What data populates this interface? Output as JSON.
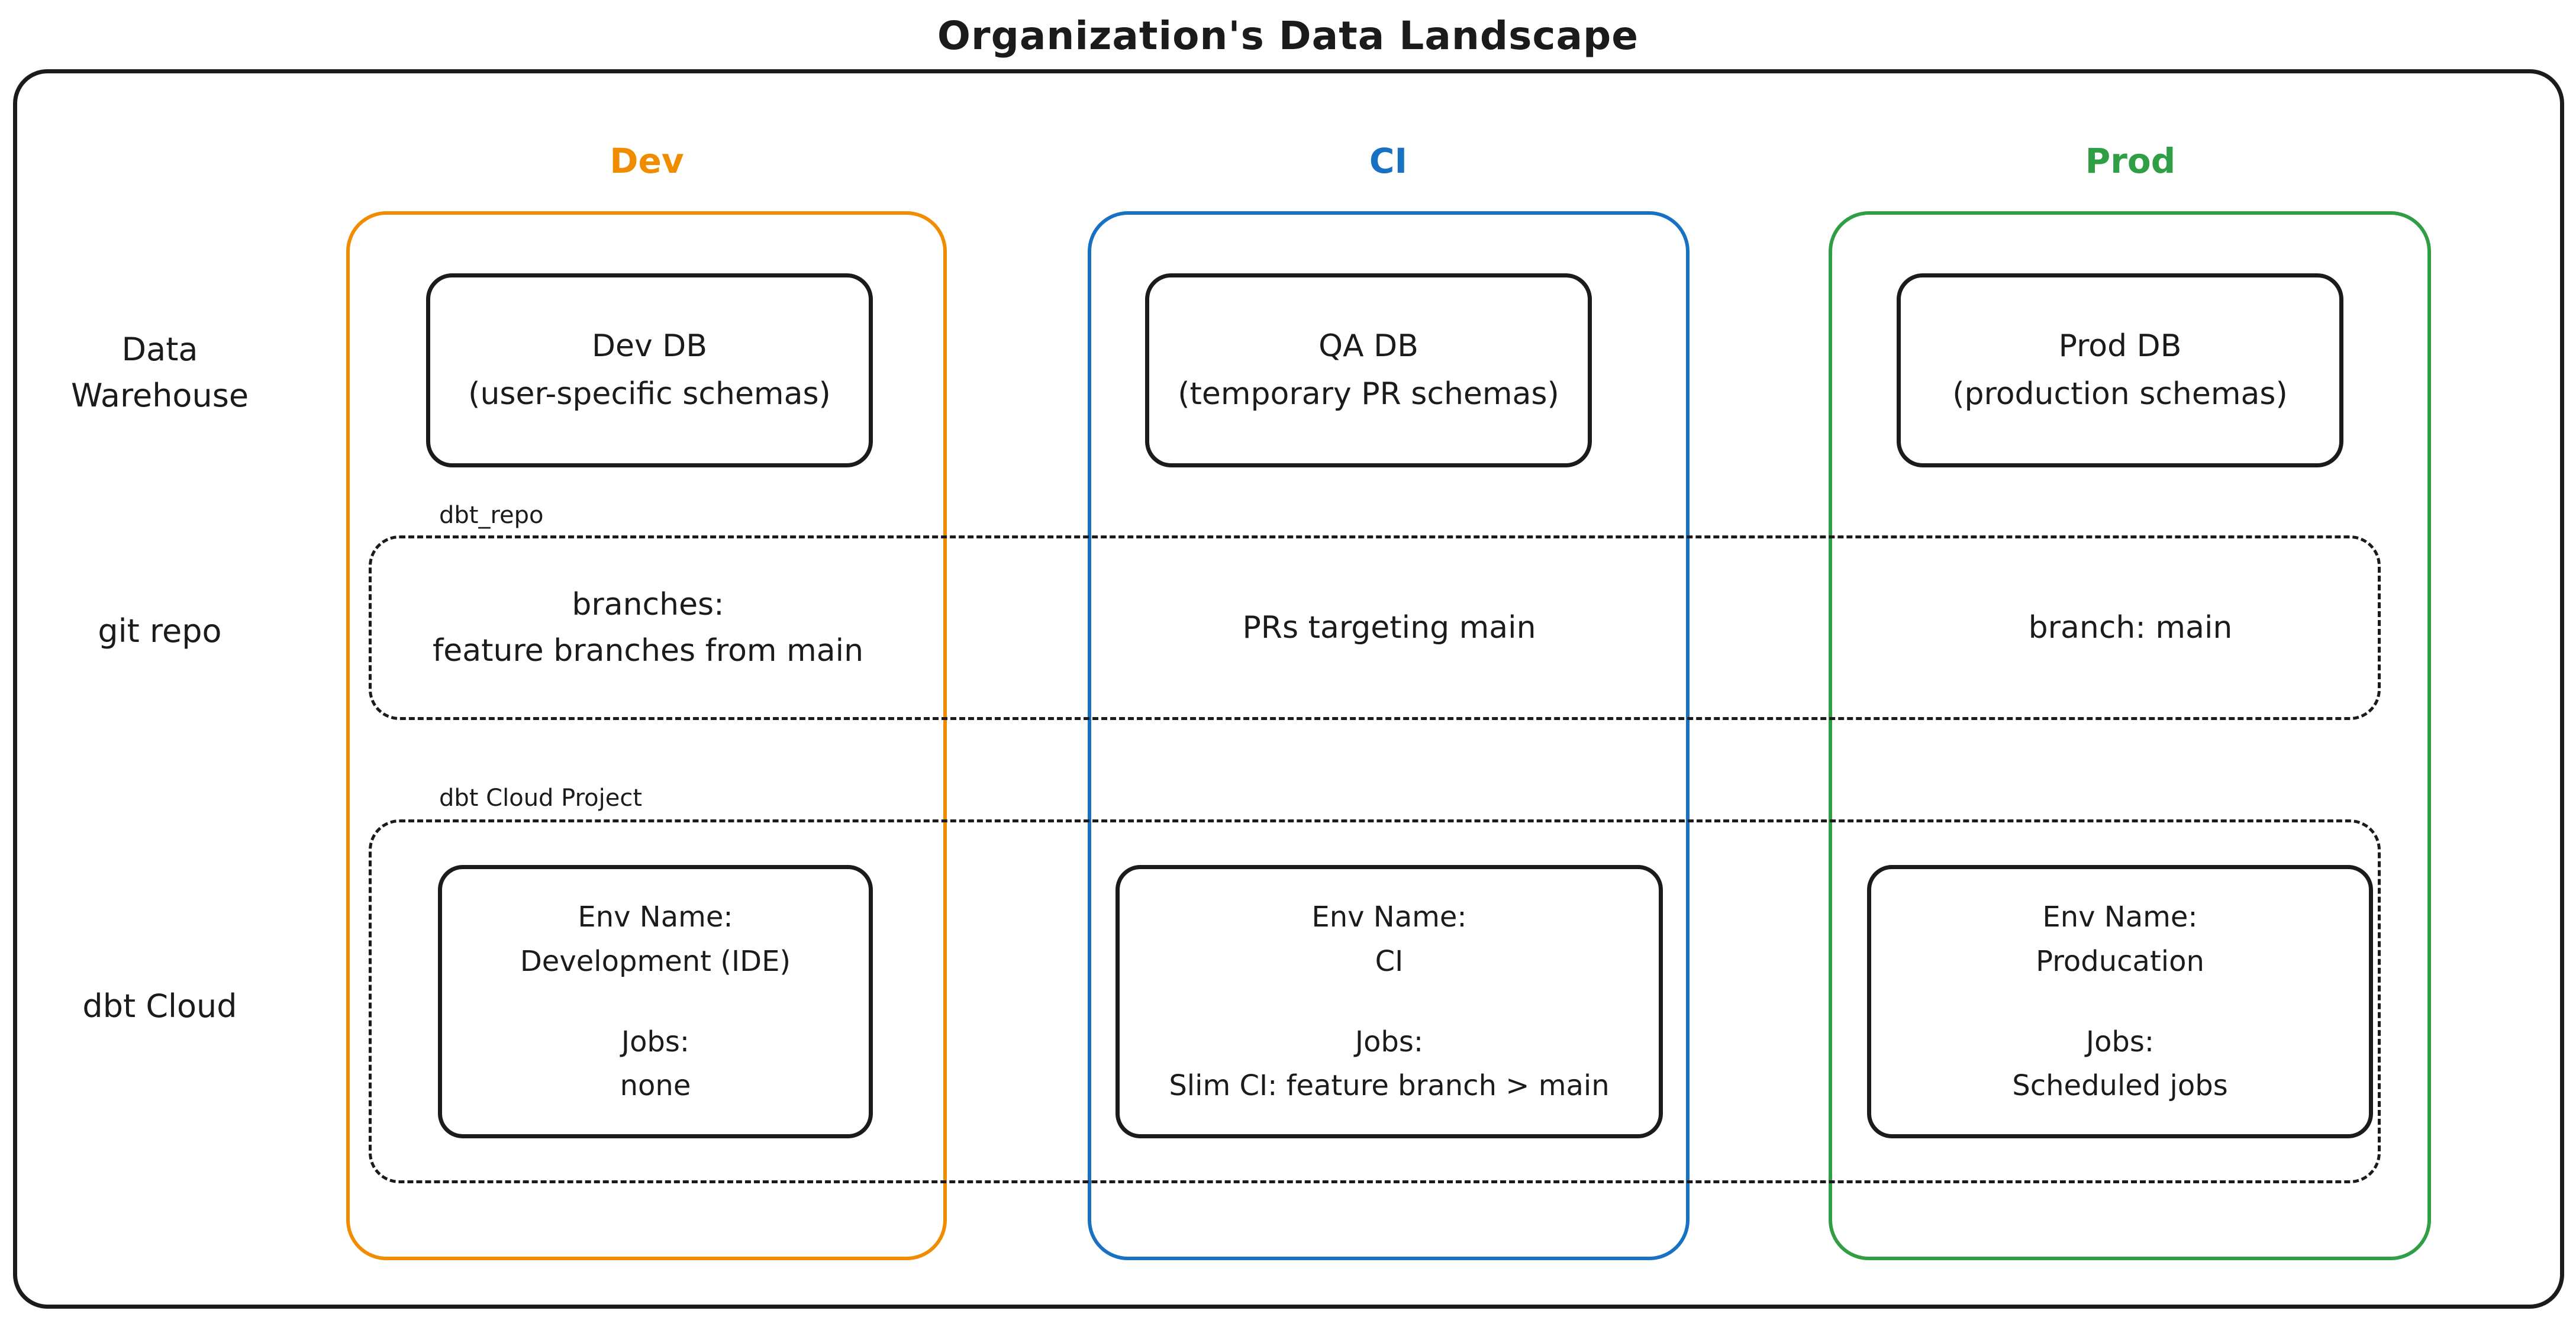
{
  "title": "Organization's Data Landscape",
  "colors": {
    "ink": "#1b1b1b",
    "dev": "#f08c00",
    "ci": "#1971c2",
    "prod": "#2f9e44"
  },
  "columns": [
    {
      "id": "dev",
      "label": "Dev",
      "color": "#f08c00"
    },
    {
      "id": "ci",
      "label": "CI",
      "color": "#1971c2"
    },
    {
      "id": "prod",
      "label": "Prod",
      "color": "#2f9e44"
    }
  ],
  "row_labels": [
    "Data Warehouse",
    "git repo",
    "dbt Cloud"
  ],
  "warehouse_row": {
    "dev": {
      "line1": "Dev DB",
      "line2": "(user-specific schemas)"
    },
    "ci": {
      "line1": "QA DB",
      "line2": "(temporary PR schemas)"
    },
    "prod": {
      "line1": "Prod DB",
      "line2": "(production schemas)"
    }
  },
  "git_repo_row": {
    "container_label": "dbt_repo",
    "dev": {
      "line1": "branches:",
      "line2": "feature branches from main"
    },
    "ci": "PRs targeting main",
    "prod": "branch: main"
  },
  "dbt_cloud_row": {
    "container_label": "dbt Cloud Project",
    "dev": {
      "env_label": "Env Name:",
      "env_value": "Development (IDE)",
      "jobs_label": "Jobs:",
      "jobs_value": "none"
    },
    "ci": {
      "env_label": "Env Name:",
      "env_value": "CI",
      "jobs_label": "Jobs:",
      "jobs_value": "Slim CI: feature branch > main"
    },
    "prod": {
      "env_label": "Env Name:",
      "env_value": "Producation",
      "jobs_label": "Jobs:",
      "jobs_value": "Scheduled jobs"
    }
  }
}
